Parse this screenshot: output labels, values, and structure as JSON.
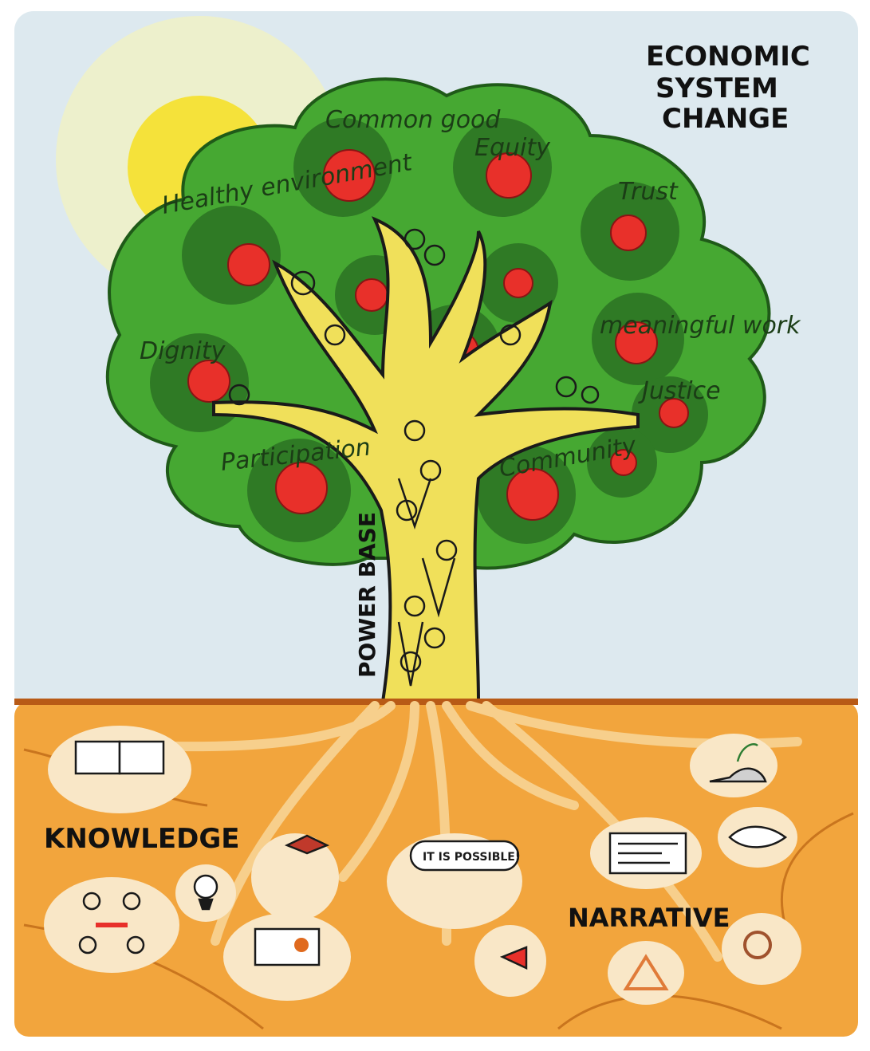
{
  "title_lines": [
    "ECONOMIC",
    "SYSTEM",
    "CHANGE"
  ],
  "trunk_label": "POWER BASE",
  "tree_values": [
    "Common good",
    "Equity",
    "Healthy environment",
    "Trust",
    "Dignity",
    "meaningful work",
    "Justice",
    "Participation",
    "Community"
  ],
  "root_labels": {
    "knowledge": "KNOWLEDGE",
    "narrative": "NARRATIVE"
  },
  "speech_bubble": "IT IS POSSIBLE!",
  "colors": {
    "sky": "#dde9ef",
    "sun": "#f5e23a",
    "canopy": "#46a832",
    "gear": "#2f7a25",
    "apple": "#e8302a",
    "trunk": "#f0e05a",
    "soil": "#f2a53d",
    "roots": "#f7cf8c"
  }
}
